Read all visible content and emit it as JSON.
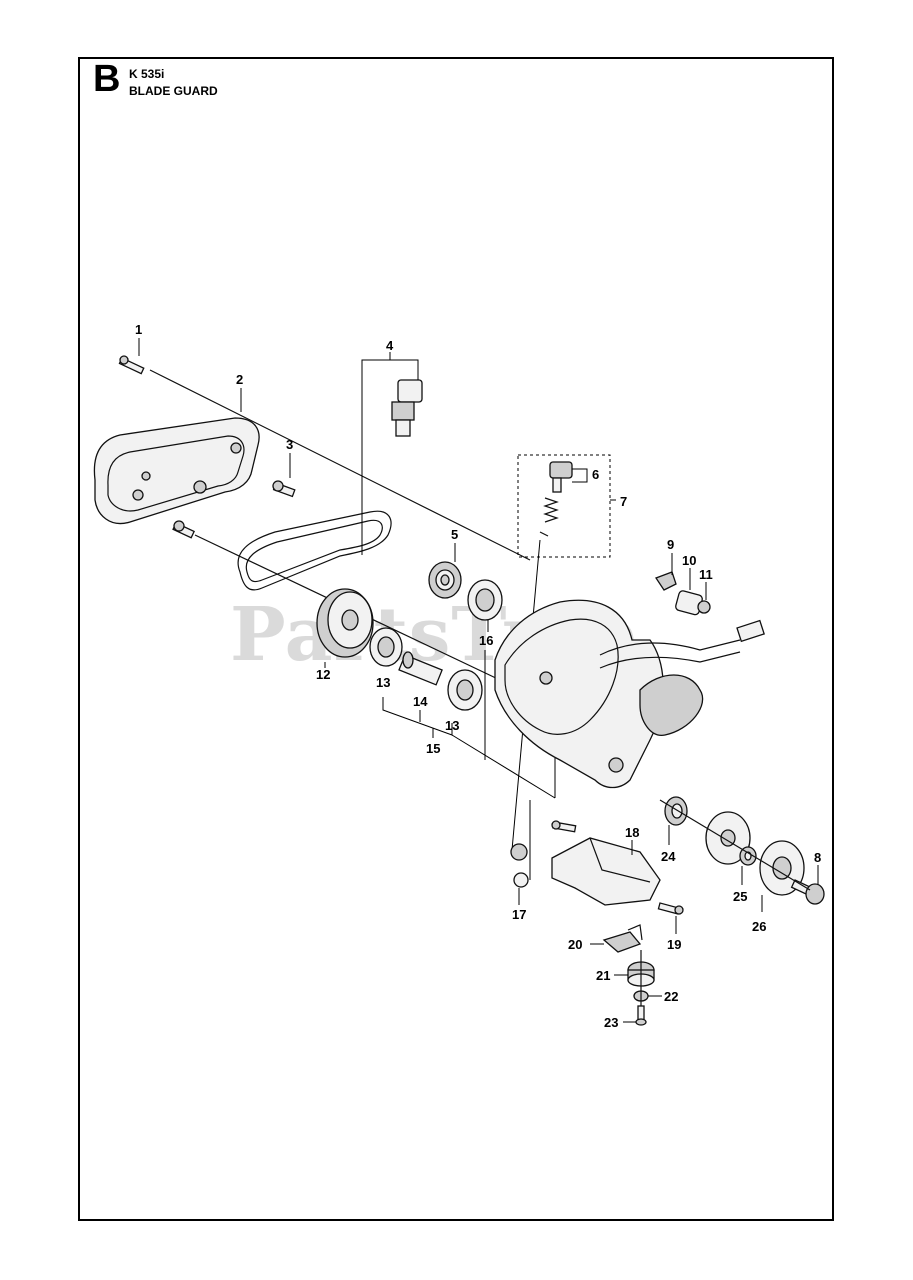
{
  "header": {
    "section_letter": "B",
    "model": "K 535i",
    "title": "BLADE GUARD"
  },
  "watermark": {
    "text": "PartsTree",
    "trademark": "™"
  },
  "callouts": [
    {
      "id": "1",
      "label": "1"
    },
    {
      "id": "2",
      "label": "2"
    },
    {
      "id": "3",
      "label": "3"
    },
    {
      "id": "4",
      "label": "4"
    },
    {
      "id": "5",
      "label": "5"
    },
    {
      "id": "6",
      "label": "6"
    },
    {
      "id": "7",
      "label": "7"
    },
    {
      "id": "8",
      "label": "8"
    },
    {
      "id": "9",
      "label": "9"
    },
    {
      "id": "10",
      "label": "10"
    },
    {
      "id": "11",
      "label": "11"
    },
    {
      "id": "12",
      "label": "12"
    },
    {
      "id": "13a",
      "label": "13"
    },
    {
      "id": "13b",
      "label": "13"
    },
    {
      "id": "14",
      "label": "14"
    },
    {
      "id": "15",
      "label": "15"
    },
    {
      "id": "16",
      "label": "16"
    },
    {
      "id": "17",
      "label": "17"
    },
    {
      "id": "18",
      "label": "18"
    },
    {
      "id": "19",
      "label": "19"
    },
    {
      "id": "20",
      "label": "20"
    },
    {
      "id": "21",
      "label": "21"
    },
    {
      "id": "22",
      "label": "22"
    },
    {
      "id": "23",
      "label": "23"
    },
    {
      "id": "24",
      "label": "24"
    },
    {
      "id": "25",
      "label": "25"
    },
    {
      "id": "26",
      "label": "26"
    }
  ]
}
